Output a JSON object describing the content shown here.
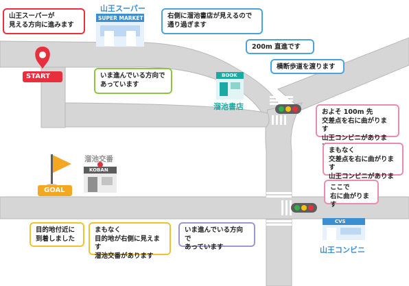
{
  "colors": {
    "road": "#d6d6d6",
    "road_edge": "#b8b8b8",
    "start": "#e8303c",
    "goal": "#f5a623",
    "store_blue": "#3b8fd0",
    "bookstore_teal": "#1aa9a3",
    "koban_grey": "#8f8f8f"
  },
  "map": {
    "start_label": "START",
    "goal_label": "GOAL",
    "supermarket": {
      "name": "山王スーパー",
      "sign": "SUPER MARKET"
    },
    "bookstore": {
      "name": "溜池書店",
      "sign": "BOOK"
    },
    "police_box": {
      "name": "溜池交番",
      "sign": "KOBAN"
    },
    "convenience_store": {
      "name": "山王コンビニ",
      "sign": "CVS"
    }
  },
  "bubbles": {
    "start_instruction": "山王スーパーが\n見える方向に進みます",
    "pass_bookstore": "右側に溜池書店が見えるので\n通り過ぎます",
    "straight_200m": "200m 直進です",
    "crosswalk": "横断歩道を渡ります",
    "right_direction_1": "いま進んでいる方向で\nあっています",
    "turn_in_100m": "およそ 100m 先\n交差点を右に曲がります\n山王コンビニがあります",
    "turn_soon": "まもなく\n交差点を右に曲がります\n山王コンビニがあります",
    "turn_here": "ここで\n右に曲がります",
    "near_destination": "目的地付近に\n到着しました",
    "destination_soon": "まもなく\n目的地が右側に見えます\n溜池交番があります",
    "right_direction_2": "いま進んでいる方向で\nあっています"
  }
}
